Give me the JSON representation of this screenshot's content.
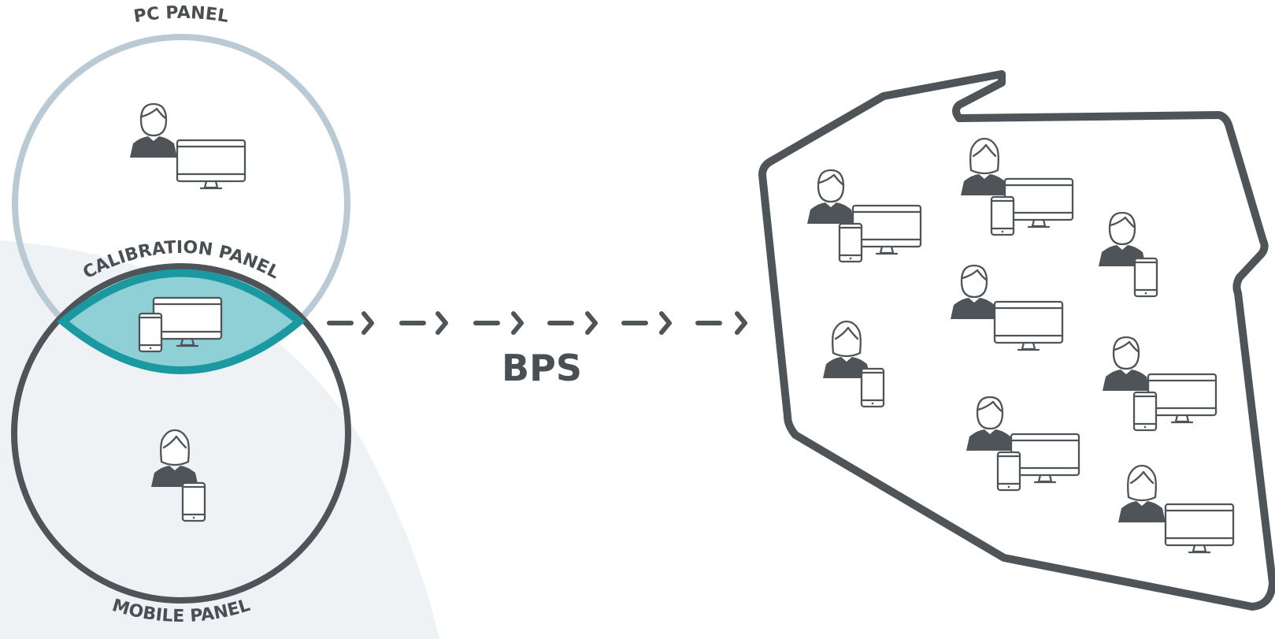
{
  "diagram": {
    "labels": {
      "pc_panel": "PC PANEL",
      "calibration_panel": "CALIBRATION PANEL",
      "mobile_panel": "MOBILE PANEL",
      "arrow_label": "BPS"
    },
    "colors": {
      "pc_circle": "#b9cad4",
      "mobile_circle": "#4f5459",
      "calibration_fill": "#8ed0d6",
      "calibration_stroke": "#1a9aa0",
      "background_shape": "#eef2f5",
      "country_outline": "#4f5459",
      "text": "#4a4f54"
    },
    "icons": {
      "pc_panel_member": [
        "person-icon",
        "monitor-icon"
      ],
      "calibration_devices": [
        "phone-icon",
        "monitor-icon"
      ],
      "mobile_panel_member": [
        "person-icon",
        "phone-icon"
      ],
      "population_member": [
        "person-icon",
        "monitor-icon",
        "phone-icon"
      ]
    }
  }
}
